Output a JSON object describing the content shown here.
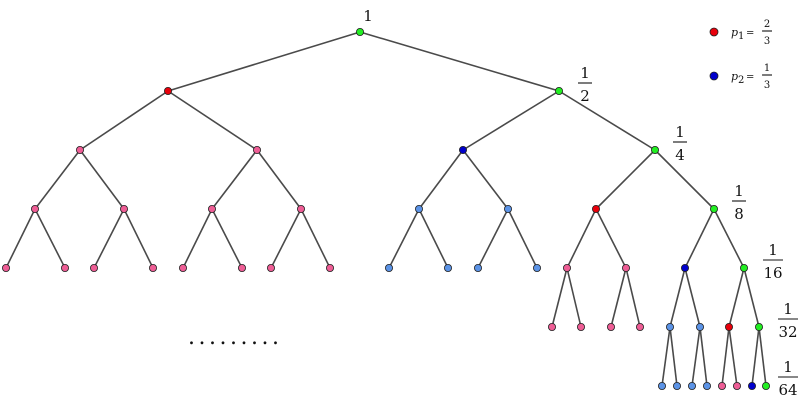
{
  "colors": {
    "red": "#e8000b",
    "green": "#22ee22",
    "blue": "#0000cc",
    "pink": "#ee5d95",
    "lightblue": "#5b93e6",
    "edge": "#4a4a4a"
  },
  "root_label": "1",
  "level_labels": [
    {
      "num": "1",
      "den": "2"
    },
    {
      "num": "1",
      "den": "4"
    },
    {
      "num": "1",
      "den": "8"
    },
    {
      "num": "1",
      "den": "16"
    },
    {
      "num": "1",
      "den": "32"
    },
    {
      "num": "1",
      "den": "64"
    }
  ],
  "legend": [
    {
      "color": "red",
      "var": "p",
      "sub": "1",
      "num": "2",
      "den": "3"
    },
    {
      "color": "blue",
      "var": "p",
      "sub": "2",
      "num": "1",
      "den": "3"
    }
  ],
  "ellipsis": "........."
}
